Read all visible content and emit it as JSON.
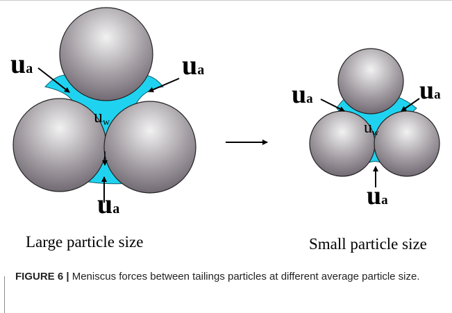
{
  "figure": {
    "left_panel_label": "Large particle size",
    "right_panel_label": "Small particle size",
    "air_pressure_symbol": "u",
    "air_pressure_subscript": "a",
    "water_pressure_symbol": "u",
    "water_pressure_subscript": "w",
    "colors": {
      "water": "#1fd3f0",
      "particle_dark": "#6e6670",
      "particle_light": "#f2f2f2"
    }
  },
  "caption": {
    "label": "FIGURE 6 |",
    "text": "Meniscus forces between tailings particles at different average particle size."
  }
}
